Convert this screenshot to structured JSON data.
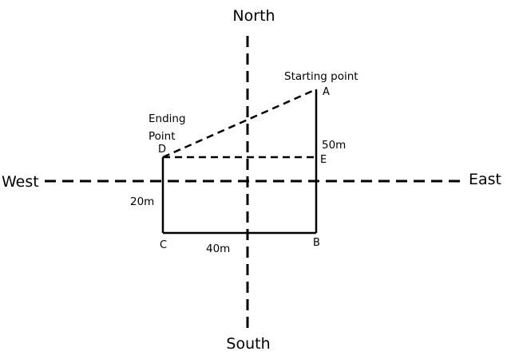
{
  "directions": {
    "north": "North",
    "south": "South",
    "east": "East",
    "west": "West"
  },
  "points": {
    "a": "A",
    "b": "B",
    "c": "C",
    "d": "D",
    "e": "E"
  },
  "annotations": {
    "start": "Starting point",
    "end_line1": "Ending",
    "end_line2": "Point"
  },
  "distances": {
    "ab": "50m",
    "bc": "40m",
    "cd": "20m"
  }
}
